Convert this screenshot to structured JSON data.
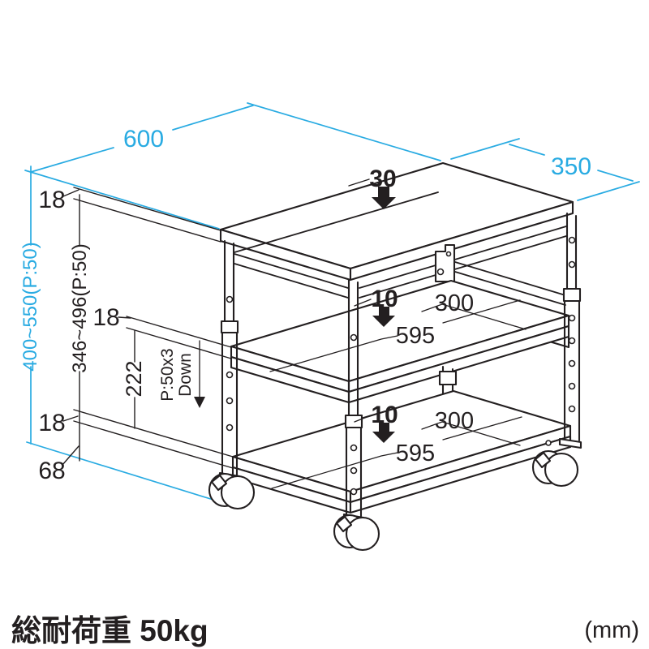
{
  "colors": {
    "accent_cyan": "#29abe2",
    "ink": "#231f20",
    "background": "#ffffff"
  },
  "outer_dimensions": {
    "width_mm": "600",
    "depth_mm": "350",
    "height_range": "400~550(P:50)"
  },
  "frame_dimensions": {
    "inner_height_range": "346~496(P:50)",
    "top_board_thickness": "18",
    "middle_shelf_thickness": "18",
    "bottom_shelf_thickness": "18",
    "lower_opening_height": "222",
    "pitch_note_line1": "P:50x3",
    "pitch_note_line2": "Down",
    "caster_clearance": "68"
  },
  "top_board": {
    "thickness_arrow_value": "30"
  },
  "shelves": [
    {
      "thickness_arrow_value": "10",
      "depth": "300",
      "width": "595"
    },
    {
      "thickness_arrow_value": "10",
      "depth": "300",
      "width": "595"
    }
  ],
  "footer": {
    "total_load_capacity": "総耐荷重 50kg",
    "units_note": "(mm)"
  }
}
